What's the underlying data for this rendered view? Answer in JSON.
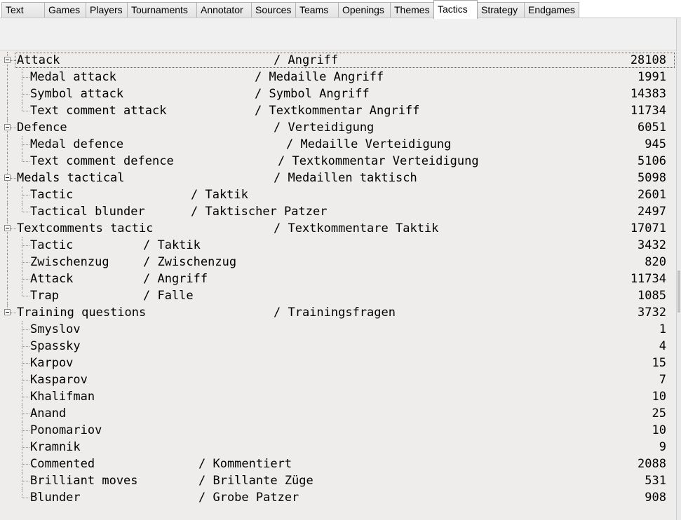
{
  "tabs": [
    {
      "label": "Text"
    },
    {
      "label": "Games"
    },
    {
      "label": "Players"
    },
    {
      "label": "Tournaments"
    },
    {
      "label": "Annotator"
    },
    {
      "label": "Sources"
    },
    {
      "label": "Teams"
    },
    {
      "label": "Openings"
    },
    {
      "label": "Themes"
    },
    {
      "label": "Tactics"
    },
    {
      "label": "Strategy"
    },
    {
      "label": "Endgames"
    }
  ],
  "active_tab": "Tactics",
  "tree": [
    {
      "label": "Attack",
      "de": "/ Angriff",
      "count": "28108",
      "level": 0,
      "selected": true
    },
    {
      "label": "Medal attack",
      "de": "/ Medaille Angriff",
      "count": "1991",
      "level": 1
    },
    {
      "label": "Symbol attack",
      "de": "/ Symbol Angriff",
      "count": "14383",
      "level": 1
    },
    {
      "label": "Text comment attack",
      "de": "/ Textkommentar Angriff",
      "count": "11734",
      "level": 1,
      "last": true
    },
    {
      "label": "Defence",
      "de": "/ Verteidigung",
      "count": "6051",
      "level": 0
    },
    {
      "label": "Medal defence",
      "de": "/ Medaille Verteidigung",
      "count": "945",
      "level": 1
    },
    {
      "label": "Text comment defence",
      "de": "/ Textkommentar Verteidigung",
      "count": "5106",
      "level": 1,
      "last": true
    },
    {
      "label": "Medals tactical",
      "de": "/ Medaillen taktisch",
      "count": "5098",
      "level": 0
    },
    {
      "label": "Tactic",
      "de": "/ Taktik",
      "count": "2601",
      "level": 1
    },
    {
      "label": "Tactical blunder",
      "de": "/ Taktischer Patzer",
      "count": "2497",
      "level": 1,
      "last": true
    },
    {
      "label": "Textcomments tactic",
      "de": "/ Textkommentare Taktik",
      "count": "17071",
      "level": 0
    },
    {
      "label": "Tactic",
      "de": "/ Taktik",
      "count": "3432",
      "level": 1
    },
    {
      "label": "Zwischenzug",
      "de": "/ Zwischenzug",
      "count": "820",
      "level": 1
    },
    {
      "label": "Attack",
      "de": "/ Angriff",
      "count": "11734",
      "level": 1
    },
    {
      "label": "Trap",
      "de": "/ Falle",
      "count": "1085",
      "level": 1,
      "last": true
    },
    {
      "label": "Training questions",
      "de": "/ Trainingsfragen",
      "count": "3732",
      "level": 0,
      "last": true
    },
    {
      "label": "Smyslov",
      "de": "",
      "count": "1",
      "level": 1
    },
    {
      "label": "Spassky",
      "de": "",
      "count": "4",
      "level": 1
    },
    {
      "label": "Karpov",
      "de": "",
      "count": "15",
      "level": 1
    },
    {
      "label": "Kasparov",
      "de": "",
      "count": "7",
      "level": 1
    },
    {
      "label": "Khalifman",
      "de": "",
      "count": "10",
      "level": 1
    },
    {
      "label": "Anand",
      "de": "",
      "count": "25",
      "level": 1
    },
    {
      "label": "Ponomariov",
      "de": "",
      "count": "10",
      "level": 1
    },
    {
      "label": "Kramnik",
      "de": "",
      "count": "9",
      "level": 1
    },
    {
      "label": "Commented",
      "de": "/ Kommentiert",
      "count": "2088",
      "level": 1
    },
    {
      "label": "Brilliant moves",
      "de": "/ Brillante Züge",
      "count": "531",
      "level": 1
    },
    {
      "label": "Blunder",
      "de": "/ Grobe Patzer",
      "count": "908",
      "level": 1,
      "last": true
    }
  ]
}
